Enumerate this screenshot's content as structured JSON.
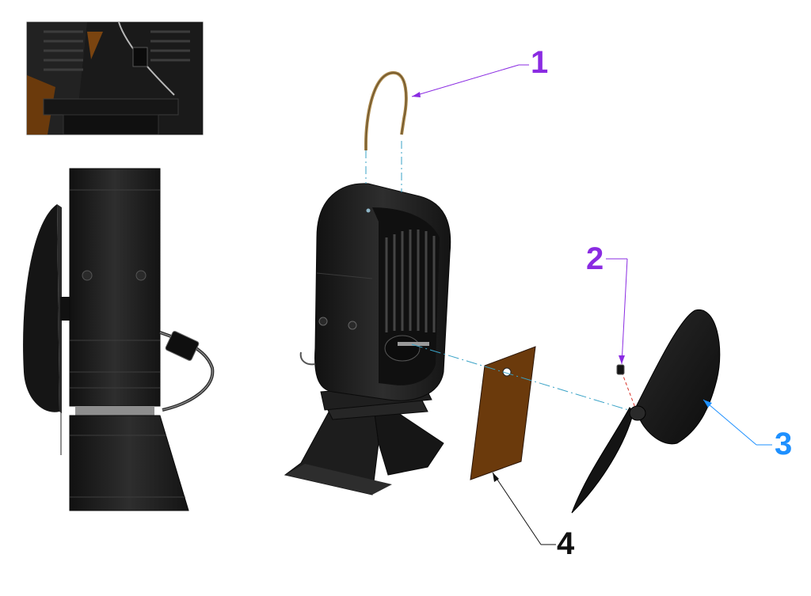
{
  "colors": {
    "body": "#1c1c1c",
    "body_light": "#3a3a3a",
    "plate": "#6b3a0c",
    "wire": "#a8864a",
    "c1": "#8a2be2",
    "c2": "#8a2be2",
    "c3": "#1e90ff",
    "c4": "#111111"
  },
  "callouts": [
    {
      "id": "1",
      "label": "1"
    },
    {
      "id": "2",
      "label": "2"
    },
    {
      "id": "3",
      "label": "3"
    },
    {
      "id": "4",
      "label": "4"
    }
  ]
}
